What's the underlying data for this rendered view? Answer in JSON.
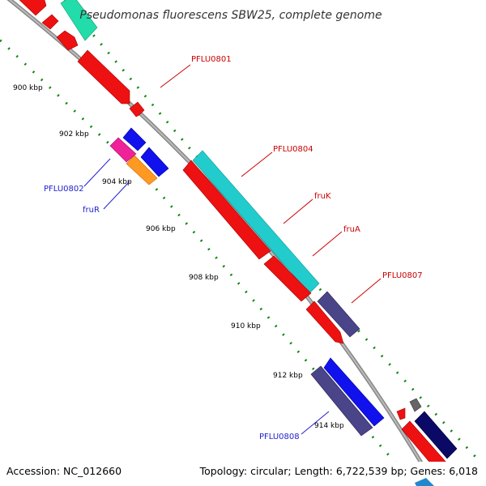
{
  "title": "Pseudomonas fluorescens SBW25, complete genome",
  "footer": {
    "accession": "Accession: NC_012660",
    "summary": "Topology: circular; Length: 6,722,539 bp; Genes: 6,018"
  },
  "ticks": [
    "900 kbp",
    "902 kbp",
    "904 kbp",
    "906 kbp",
    "908 kbp",
    "910 kbp",
    "912 kbp",
    "914 kbp"
  ],
  "gene_labels": {
    "pflu0801": "PFLU0801",
    "pflu0804": "PFLU0804",
    "fruk": "fruK",
    "frua": "fruA",
    "pflu0807": "PFLU0807",
    "pflu0802": "PFLU0802",
    "frur": "fruR",
    "pflu0808": "PFLU0808"
  },
  "colors": {
    "red": "#ee1111",
    "cyan": "#22cccc",
    "blue": "#1111ee",
    "navy": "#0a0a66",
    "slate": "#4a4488",
    "orange": "#ff9922",
    "magenta": "#ee2299",
    "mint": "#22ddaa",
    "gray": "#666666",
    "backbone": "#999999",
    "dots": "#118811"
  }
}
